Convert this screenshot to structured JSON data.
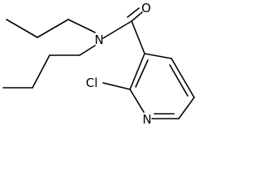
{
  "molecule": {
    "atoms": {
      "carbonyl_oxygen": "O",
      "amide_nitrogen": "N",
      "chlorine": "Cl",
      "pyridine_nitrogen": "N"
    }
  },
  "colors": {
    "bond": "#000000",
    "label": "#000000",
    "background": "#ffffff"
  }
}
